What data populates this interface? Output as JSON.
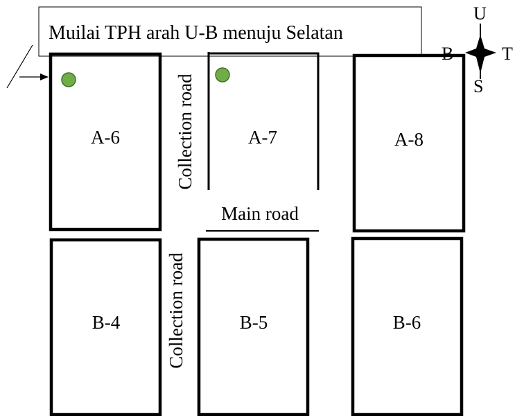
{
  "note": {
    "text": "Muilai TPH arah U-B menuju Selatan",
    "stray_mark": "."
  },
  "compass": {
    "north": "U",
    "south": "S",
    "west": "B",
    "east": "T"
  },
  "blocks": [
    {
      "label": "A-6",
      "marker": true
    },
    {
      "label": "A-7",
      "marker": true
    },
    {
      "label": "A-8",
      "marker": false
    },
    {
      "label": "B-4",
      "marker": false
    },
    {
      "label": "B-5",
      "marker": false
    },
    {
      "label": "B-6",
      "marker": false
    }
  ],
  "roads": {
    "collection_upper": "Collection road",
    "collection_lower": "Collection road",
    "main": "Main road"
  },
  "colors": {
    "marker_fill": "#70ad47",
    "marker_stroke": "#41702a",
    "line": "#000000"
  }
}
